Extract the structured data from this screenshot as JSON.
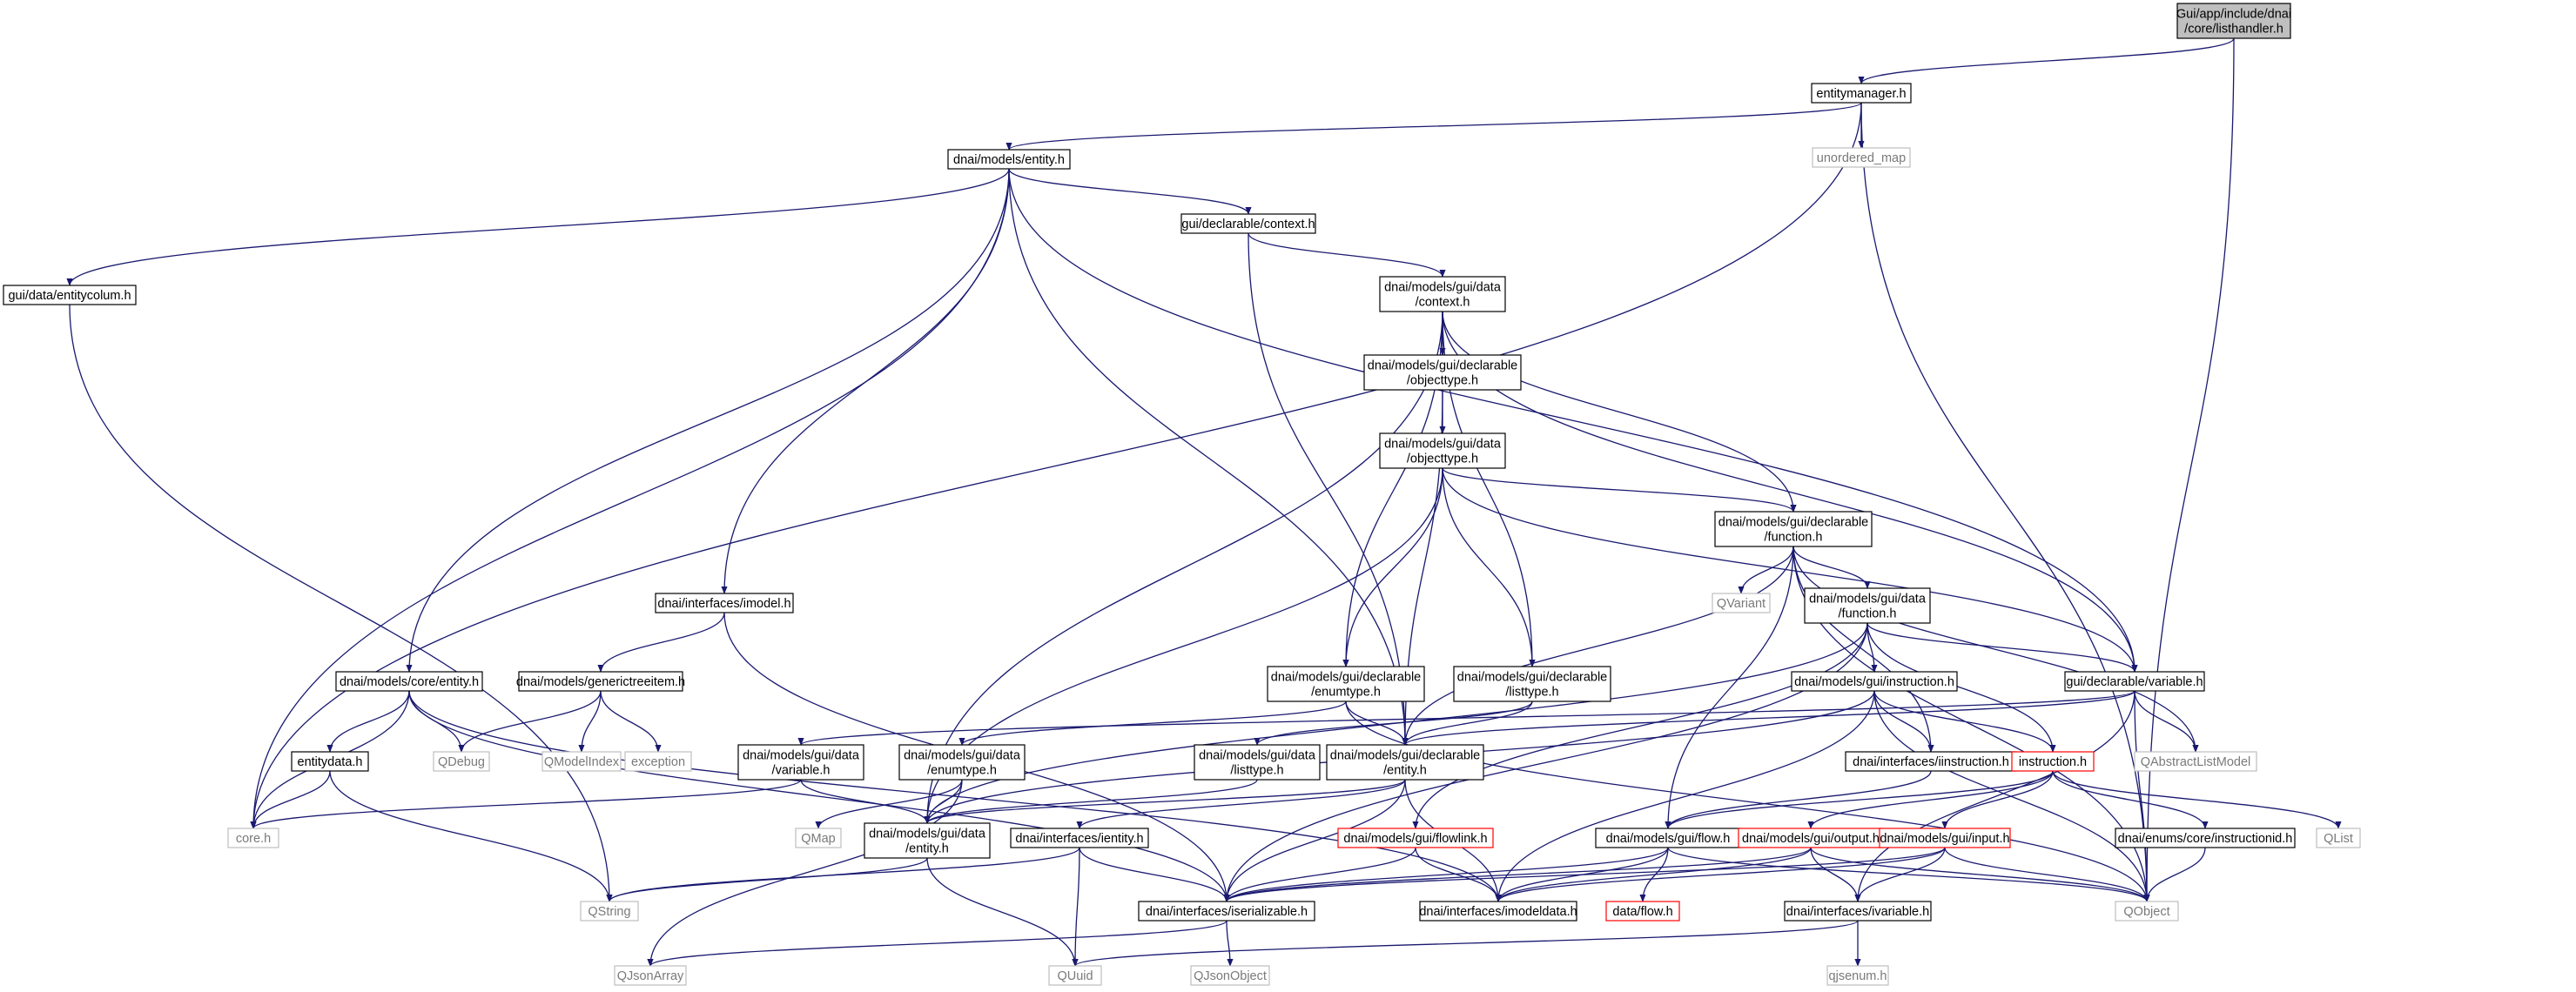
{
  "nodes": [
    {
      "id": "listhandler",
      "lines": [
        "Gui/app/include/dnai",
        "/core/listhandler.h"
      ],
      "style": "root"
    },
    {
      "id": "entitymanager",
      "lines": [
        "entitymanager.h"
      ],
      "style": "normal"
    },
    {
      "id": "unordered_map",
      "lines": [
        "unordered_map"
      ],
      "style": "ext"
    },
    {
      "id": "models_entity",
      "lines": [
        "dnai/models/entity.h"
      ],
      "style": "normal"
    },
    {
      "id": "entitycolum",
      "lines": [
        "gui/data/entitycolum.h"
      ],
      "style": "normal"
    },
    {
      "id": "context_h",
      "lines": [
        "gui/declarable/context.h"
      ],
      "style": "normal"
    },
    {
      "id": "data_context",
      "lines": [
        "dnai/models/gui/data",
        "/context.h"
      ],
      "style": "normal"
    },
    {
      "id": "decl_objecttype",
      "lines": [
        "dnai/models/gui/declarable",
        "/objecttype.h"
      ],
      "style": "normal"
    },
    {
      "id": "data_objecttype",
      "lines": [
        "dnai/models/gui/data",
        "/objecttype.h"
      ],
      "style": "normal"
    },
    {
      "id": "decl_function",
      "lines": [
        "dnai/models/gui/declarable",
        "/function.h"
      ],
      "style": "normal"
    },
    {
      "id": "qvariant",
      "lines": [
        "QVariant"
      ],
      "style": "ext"
    },
    {
      "id": "data_function",
      "lines": [
        "dnai/models/gui/data",
        "/function.h"
      ],
      "style": "normal"
    },
    {
      "id": "imodel",
      "lines": [
        "dnai/interfaces/imodel.h"
      ],
      "style": "normal"
    },
    {
      "id": "core_entity",
      "lines": [
        "dnai/models/core/entity.h"
      ],
      "style": "normal"
    },
    {
      "id": "generictreeitem",
      "lines": [
        "dnai/models/generictreeitem.h"
      ],
      "style": "normal"
    },
    {
      "id": "decl_enumtype",
      "lines": [
        "dnai/models/gui/declarable",
        "/enumtype.h"
      ],
      "style": "normal"
    },
    {
      "id": "decl_listtype",
      "lines": [
        "dnai/models/gui/declarable",
        "/listtype.h"
      ],
      "style": "normal"
    },
    {
      "id": "gui_instruction",
      "lines": [
        "dnai/models/gui/instruction.h"
      ],
      "style": "normal"
    },
    {
      "id": "decl_variable",
      "lines": [
        "gui/declarable/variable.h"
      ],
      "style": "normal"
    },
    {
      "id": "qdebug",
      "lines": [
        "QDebug"
      ],
      "style": "ext"
    },
    {
      "id": "qmodelindex",
      "lines": [
        "QModelIndex"
      ],
      "style": "ext"
    },
    {
      "id": "exception",
      "lines": [
        "exception"
      ],
      "style": "ext"
    },
    {
      "id": "entitydata",
      "lines": [
        "entitydata.h"
      ],
      "style": "normal"
    },
    {
      "id": "data_variable",
      "lines": [
        "dnai/models/gui/data",
        "/variable.h"
      ],
      "style": "normal"
    },
    {
      "id": "data_enumtype",
      "lines": [
        "dnai/models/gui/data",
        "/enumtype.h"
      ],
      "style": "normal"
    },
    {
      "id": "data_listtype",
      "lines": [
        "dnai/models/gui/data",
        "/listtype.h"
      ],
      "style": "normal"
    },
    {
      "id": "decl_entity",
      "lines": [
        "dnai/models/gui/declarable",
        "/entity.h"
      ],
      "style": "normal"
    },
    {
      "id": "iinstruction",
      "lines": [
        "dnai/interfaces/iinstruction.h"
      ],
      "style": "normal"
    },
    {
      "id": "instruction_h",
      "lines": [
        "instruction.h"
      ],
      "style": "red"
    },
    {
      "id": "qabstractlistmodel",
      "lines": [
        "QAbstractListModel"
      ],
      "style": "ext"
    },
    {
      "id": "core_h",
      "lines": [
        "core.h"
      ],
      "style": "ext"
    },
    {
      "id": "qmap",
      "lines": [
        "QMap"
      ],
      "style": "ext"
    },
    {
      "id": "data_entity",
      "lines": [
        "dnai/models/gui/data",
        "/entity.h"
      ],
      "style": "normal"
    },
    {
      "id": "ientity",
      "lines": [
        "dnai/interfaces/ientity.h"
      ],
      "style": "normal"
    },
    {
      "id": "flowlink",
      "lines": [
        "dnai/models/gui/flowlink.h"
      ],
      "style": "red"
    },
    {
      "id": "flow_h",
      "lines": [
        "dnai/models/gui/flow.h"
      ],
      "style": "normal"
    },
    {
      "id": "output_h",
      "lines": [
        "dnai/models/gui/output.h"
      ],
      "style": "red"
    },
    {
      "id": "input_h",
      "lines": [
        "dnai/models/gui/input.h"
      ],
      "style": "red"
    },
    {
      "id": "instructionid",
      "lines": [
        "dnai/enums/core/instructionid.h"
      ],
      "style": "normal"
    },
    {
      "id": "qlist",
      "lines": [
        "QList"
      ],
      "style": "ext"
    },
    {
      "id": "qstring",
      "lines": [
        "QString"
      ],
      "style": "ext"
    },
    {
      "id": "iserializable",
      "lines": [
        "dnai/interfaces/iserializable.h"
      ],
      "style": "normal"
    },
    {
      "id": "imodeldata",
      "lines": [
        "dnai/interfaces/imodeldata.h"
      ],
      "style": "normal"
    },
    {
      "id": "data_flow",
      "lines": [
        "data/flow.h"
      ],
      "style": "red"
    },
    {
      "id": "ivariable",
      "lines": [
        "dnai/interfaces/ivariable.h"
      ],
      "style": "normal"
    },
    {
      "id": "qobject",
      "lines": [
        "QObject"
      ],
      "style": "ext"
    },
    {
      "id": "qjsonarray",
      "lines": [
        "QJsonArray"
      ],
      "style": "ext"
    },
    {
      "id": "quuid",
      "lines": [
        "QUuid"
      ],
      "style": "ext"
    },
    {
      "id": "qjsonobject",
      "lines": [
        "QJsonObject"
      ],
      "style": "ext"
    },
    {
      "id": "qjsenum",
      "lines": [
        "qjsenum.h"
      ],
      "style": "ext"
    }
  ],
  "edges": [
    [
      "listhandler",
      "entitymanager"
    ],
    [
      "listhandler",
      "qobject"
    ],
    [
      "entitymanager",
      "unordered_map"
    ],
    [
      "entitymanager",
      "models_entity"
    ],
    [
      "entitymanager",
      "core_h"
    ],
    [
      "entitymanager",
      "qobject"
    ],
    [
      "models_entity",
      "entitycolum"
    ],
    [
      "models_entity",
      "context_h"
    ],
    [
      "models_entity",
      "imodel"
    ],
    [
      "models_entity",
      "core_entity"
    ],
    [
      "models_entity",
      "core_h"
    ],
    [
      "models_entity",
      "decl_entity"
    ],
    [
      "models_entity",
      "decl_variable"
    ],
    [
      "entitycolum",
      "qstring"
    ],
    [
      "context_h",
      "data_context"
    ],
    [
      "context_h",
      "decl_entity"
    ],
    [
      "data_context",
      "decl_objecttype"
    ],
    [
      "data_context",
      "decl_function"
    ],
    [
      "data_context",
      "decl_enumtype"
    ],
    [
      "data_context",
      "decl_listtype"
    ],
    [
      "data_context",
      "decl_variable"
    ],
    [
      "data_context",
      "data_entity"
    ],
    [
      "decl_objecttype",
      "data_objecttype"
    ],
    [
      "decl_objecttype",
      "decl_entity"
    ],
    [
      "data_objecttype",
      "decl_function"
    ],
    [
      "data_objecttype",
      "decl_enumtype"
    ],
    [
      "data_objecttype",
      "decl_listtype"
    ],
    [
      "data_objecttype",
      "decl_variable"
    ],
    [
      "data_objecttype",
      "data_entity"
    ],
    [
      "decl_function",
      "qvariant"
    ],
    [
      "decl_function",
      "data_function"
    ],
    [
      "decl_function",
      "iinstruction"
    ],
    [
      "decl_function",
      "qabstractlistmodel"
    ],
    [
      "decl_function",
      "qobject"
    ],
    [
      "decl_function",
      "flow_h"
    ],
    [
      "decl_function",
      "decl_entity"
    ],
    [
      "data_function",
      "gui_instruction"
    ],
    [
      "data_function",
      "instruction_h"
    ],
    [
      "data_function",
      "decl_variable"
    ],
    [
      "data_function",
      "data_entity"
    ],
    [
      "data_function",
      "flowlink"
    ],
    [
      "data_function",
      "iserializable"
    ],
    [
      "imodel",
      "generictreeitem"
    ],
    [
      "imodel",
      "iserializable"
    ],
    [
      "core_entity",
      "entitydata"
    ],
    [
      "core_entity",
      "qdebug"
    ],
    [
      "core_entity",
      "core_h"
    ],
    [
      "core_entity",
      "iserializable"
    ],
    [
      "core_entity",
      "imodeldata"
    ],
    [
      "generictreeitem",
      "qdebug"
    ],
    [
      "generictreeitem",
      "qmodelindex"
    ],
    [
      "generictreeitem",
      "exception"
    ],
    [
      "decl_enumtype",
      "data_enumtype"
    ],
    [
      "decl_enumtype",
      "decl_entity"
    ],
    [
      "decl_enumtype",
      "qobject"
    ],
    [
      "decl_listtype",
      "data_listtype"
    ],
    [
      "decl_listtype",
      "decl_entity"
    ],
    [
      "gui_instruction",
      "iinstruction"
    ],
    [
      "gui_instruction",
      "instruction_h"
    ],
    [
      "gui_instruction",
      "imodeldata"
    ],
    [
      "gui_instruction",
      "qobject"
    ],
    [
      "gui_instruction",
      "data_entity"
    ],
    [
      "decl_variable",
      "data_variable"
    ],
    [
      "decl_variable",
      "decl_entity"
    ],
    [
      "decl_variable",
      "qabstractlistmodel"
    ],
    [
      "decl_variable",
      "qobject"
    ],
    [
      "decl_variable",
      "ivariable"
    ],
    [
      "entitydata",
      "core_h"
    ],
    [
      "entitydata",
      "qstring"
    ],
    [
      "data_variable",
      "data_entity"
    ],
    [
      "data_variable",
      "core_h"
    ],
    [
      "data_enumtype",
      "data_entity"
    ],
    [
      "data_enumtype",
      "qmap"
    ],
    [
      "data_enumtype",
      "qjsonarray"
    ],
    [
      "data_listtype",
      "data_entity"
    ],
    [
      "decl_entity",
      "data_entity"
    ],
    [
      "decl_entity",
      "ientity"
    ],
    [
      "decl_entity",
      "iserializable"
    ],
    [
      "decl_entity",
      "imodeldata"
    ],
    [
      "iinstruction",
      "flow_h"
    ],
    [
      "instruction_h",
      "output_h"
    ],
    [
      "instruction_h",
      "input_h"
    ],
    [
      "instruction_h",
      "instructionid"
    ],
    [
      "instruction_h",
      "qlist"
    ],
    [
      "instruction_h",
      "flow_h"
    ],
    [
      "data_entity",
      "qstring"
    ],
    [
      "data_entity",
      "quuid"
    ],
    [
      "ientity",
      "iserializable"
    ],
    [
      "ientity",
      "quuid"
    ],
    [
      "ientity",
      "qstring"
    ],
    [
      "flowlink",
      "iserializable"
    ],
    [
      "flowlink",
      "imodeldata"
    ],
    [
      "flow_h",
      "iserializable"
    ],
    [
      "flow_h",
      "imodeldata"
    ],
    [
      "flow_h",
      "data_flow"
    ],
    [
      "flow_h",
      "qobject"
    ],
    [
      "output_h",
      "ivariable"
    ],
    [
      "output_h",
      "iserializable"
    ],
    [
      "output_h",
      "imodeldata"
    ],
    [
      "output_h",
      "qobject"
    ],
    [
      "input_h",
      "ivariable"
    ],
    [
      "input_h",
      "iserializable"
    ],
    [
      "input_h",
      "imodeldata"
    ],
    [
      "input_h",
      "qobject"
    ],
    [
      "instructionid",
      "qobject"
    ],
    [
      "iserializable",
      "qjsonarray"
    ],
    [
      "iserializable",
      "qjsonobject"
    ],
    [
      "ivariable",
      "quuid"
    ],
    [
      "ivariable",
      "qjsenum"
    ]
  ],
  "colors": {
    "edge": "#191970",
    "normal_border": "#000000",
    "ext_border": "#bfbfbf",
    "red_border": "#ff0000",
    "root_fill": "#bfbfbf",
    "fill": "#ffffff"
  }
}
